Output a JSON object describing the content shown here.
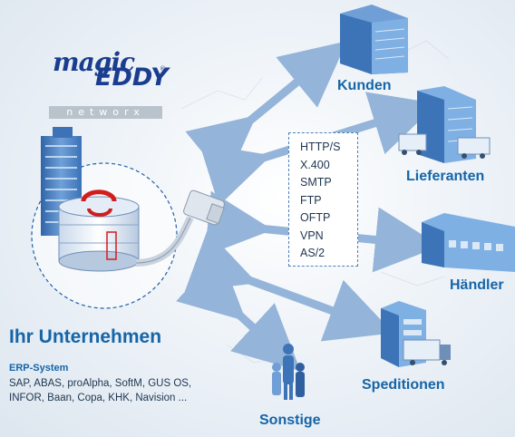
{
  "logo": {
    "magic": "magic",
    "eddy": "EDDY",
    "reg": "®",
    "networx": "networx"
  },
  "company": {
    "title": "Ihr Unternehmen",
    "erp_heading": "ERP-System",
    "erp_systems": "SAP, ABAS, proAlpha, SoftM, GUS OS, INFOR, Baan, Copa, KHK, Navision ..."
  },
  "protocols": [
    "HTTP/S",
    "X.400",
    "SMTP",
    "FTP",
    "OFTP",
    "VPN",
    "AS/2"
  ],
  "partners": {
    "kunden": "Kunden",
    "lieferanten": "Lieferanten",
    "haendler": "Händler",
    "speditionen": "Speditionen",
    "sonstige": "Sonstige"
  },
  "colors": {
    "brand_blue": "#1a3d8f",
    "label_blue": "#1565a8",
    "arrow_blue": "#8fb0d6",
    "building_blue": "#4a84c4"
  }
}
